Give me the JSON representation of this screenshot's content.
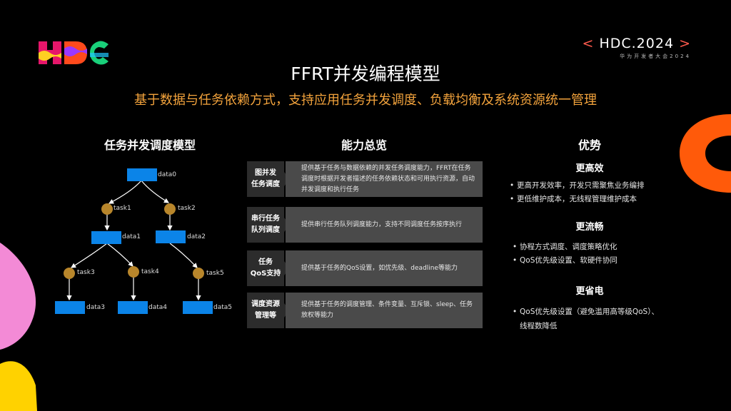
{
  "header": {
    "event_title_left": "HDC.2024",
    "event_subtitle": "华为开发者大会2024",
    "bracket_left": "<",
    "bracket_right": ">"
  },
  "slide": {
    "title": "FFRT并发编程模型",
    "subtitle": "基于数据与任务依赖方式，支持应用任务并发调度、负载均衡及系统资源统一管理"
  },
  "columns": {
    "left_heading": "任务并发调度模型",
    "middle_heading": "能力总览",
    "right_heading": "优势"
  },
  "tree": {
    "data0": "data0",
    "task1": "task1",
    "task2": "task2",
    "data1": "data1",
    "data2": "data2",
    "task3": "task3",
    "task4": "task4",
    "task5": "task5",
    "data3": "data3",
    "data4": "data4",
    "data5": "data5"
  },
  "capabilities": [
    {
      "tag_line1": "图并发",
      "tag_line2": "任务调度",
      "desc": "提供基于任务与数据依赖的并发任务调度能力，FFRT在任务调度时根据开发者描述的任务依赖状态和可用执行资源，自动并发调度和执行任务"
    },
    {
      "tag_line1": "串行任务",
      "tag_line2": "队列调度",
      "desc": "提供串行任务队列调度能力，支持不同调度任务按序执行"
    },
    {
      "tag_line1": "任务",
      "tag_line2": "QoS支持",
      "desc": "提供基于任务的QoS设置，如优先级、deadline等能力"
    },
    {
      "tag_line1": "调度资源",
      "tag_line2": "管理等",
      "desc": "提供基于任务的调度管理、条件变量、互斥锁、sleep、任务放权等能力"
    }
  ],
  "advantages": [
    {
      "heading": "更高效",
      "items": [
        "更高开发效率，开发只需聚焦业务编排",
        "更低维护成本，无线程管理维护成本"
      ]
    },
    {
      "heading": "更流畅",
      "items": [
        "协程方式调度、调度策略优化",
        "QoS优先级设置、软硬件协同"
      ]
    },
    {
      "heading": "更省电",
      "items": [
        "QoS优先级设置（避免滥用高等级QoS）、",
        "线程数降低"
      ]
    }
  ],
  "bullet": "•",
  "colors": {
    "accent_orange": "#f3a33c",
    "node_blue": "#0b84e8",
    "task_gold": "#b8862b",
    "tag_bg": "#2c2c2c",
    "desc_bg": "#4a4a4a"
  }
}
